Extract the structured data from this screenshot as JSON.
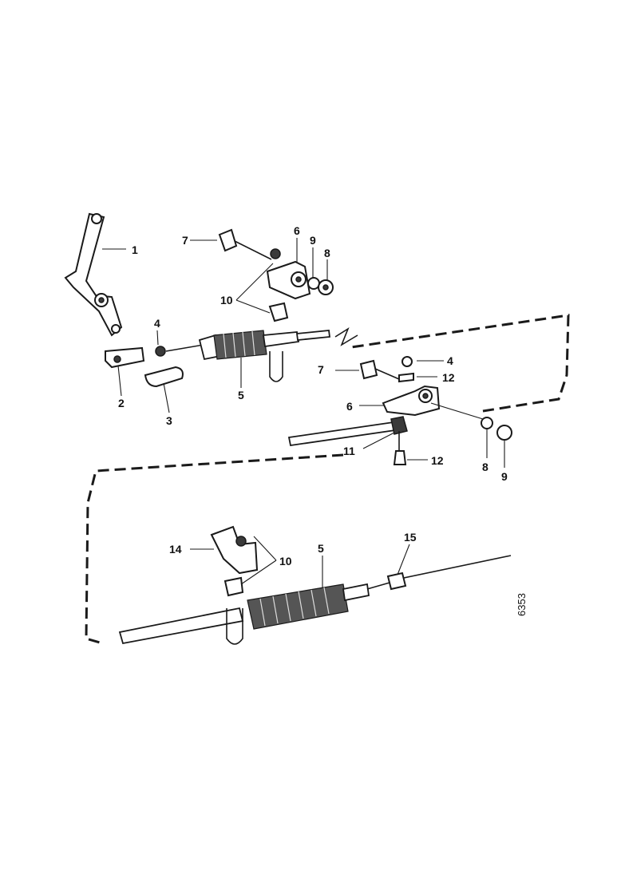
{
  "figure_number": "6353",
  "callouts": {
    "c1": "1",
    "c2": "2",
    "c3": "3",
    "c4a": "4",
    "c4b": "4",
    "c5": "5",
    "c5b": "5",
    "c6a": "6",
    "c6b": "6",
    "c7a": "7",
    "c7b": "7",
    "c8a": "8",
    "c8b": "8",
    "c9a": "9",
    "c9b": "9",
    "c10a": "10",
    "c10b": "10",
    "c11": "11",
    "c12a": "12",
    "c12b": "12",
    "c14": "14",
    "c15": "15"
  }
}
